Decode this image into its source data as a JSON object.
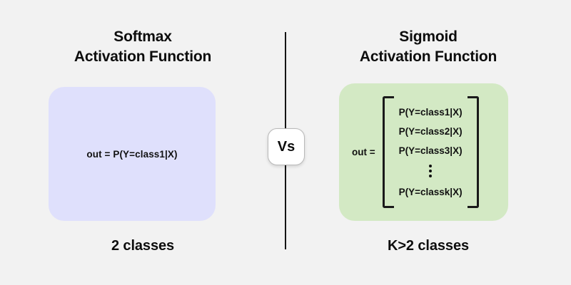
{
  "background_color": "#f2f2f2",
  "comparison": {
    "divider_label": "Vs",
    "left": {
      "title_line1": "Softmax",
      "title_line2": "Activation Function",
      "box_color": "#dfe0fc",
      "formula": "out = P(Y=class1|X)",
      "caption": "2 classes"
    },
    "right": {
      "title_line1": "Sigmoid",
      "title_line2": "Activation Function",
      "box_color": "#d3e9c4",
      "out_label": "out =",
      "matrix_rows": [
        "P(Y=class1|X)",
        "P(Y=class2|X)",
        "P(Y=class3|X)",
        "⋮",
        "P(Y=classk|X)"
      ],
      "caption": "K>2 classes"
    }
  }
}
